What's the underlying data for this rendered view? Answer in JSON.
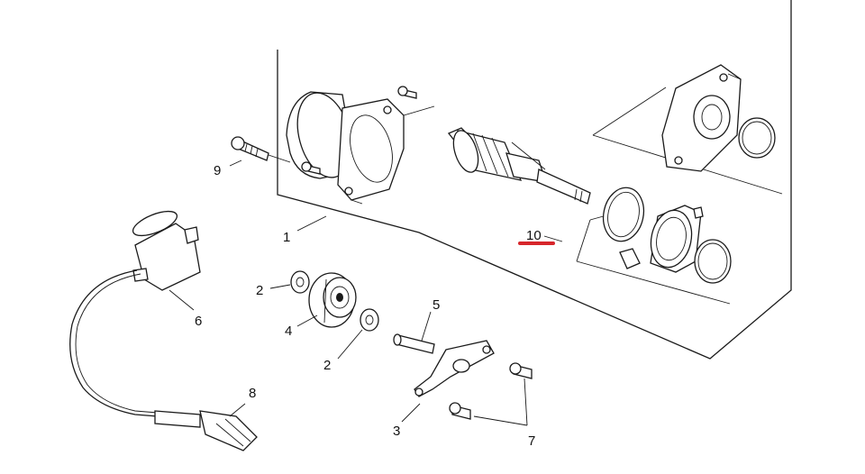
{
  "diagram": {
    "callouts": {
      "c1": "1",
      "c2a": "2",
      "c2b": "2",
      "c3": "3",
      "c4": "4",
      "c5": "5",
      "c6": "6",
      "c7": "7",
      "c8": "8",
      "c9": "9",
      "c10": "10"
    },
    "highlight_color": "#d7262b"
  }
}
